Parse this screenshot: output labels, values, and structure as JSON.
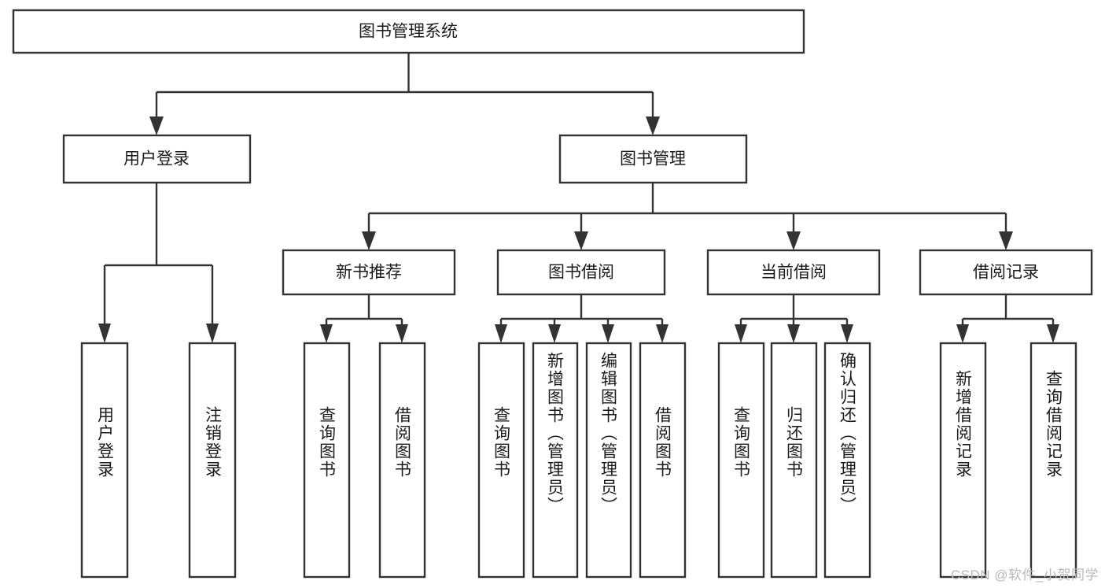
{
  "diagram": {
    "type": "tree",
    "title": "图书管理系统",
    "watermark": "CSDN @软件_小贺同学",
    "colors": {
      "stroke": "#333333",
      "fill": "#ffffff",
      "text": "#1a1a1a",
      "watermark": "#b9b9b9"
    },
    "nodes": {
      "root": {
        "label": "图书管理系统",
        "orientation": "horizontal"
      },
      "level2": [
        {
          "label": "用户登录",
          "orientation": "horizontal"
        },
        {
          "label": "图书管理",
          "orientation": "horizontal"
        }
      ],
      "level3": [
        {
          "label": "新书推荐",
          "orientation": "horizontal"
        },
        {
          "label": "图书借阅",
          "orientation": "horizontal"
        },
        {
          "label": "当前借阅",
          "orientation": "horizontal"
        },
        {
          "label": "借阅记录",
          "orientation": "horizontal"
        }
      ],
      "leaves": {
        "user_login": [
          {
            "label": "用户登录",
            "orientation": "vertical"
          },
          {
            "label": "注销登录",
            "orientation": "vertical"
          }
        ],
        "new_book_recommend": [
          {
            "label": "查询图书",
            "orientation": "vertical"
          },
          {
            "label": "借阅图书",
            "orientation": "vertical"
          }
        ],
        "book_borrow": [
          {
            "label": "查询图书",
            "orientation": "vertical"
          },
          {
            "label": "新增图书（管理员）",
            "orientation": "vertical"
          },
          {
            "label": "编辑图书（管理员）",
            "orientation": "vertical"
          },
          {
            "label": "借阅图书",
            "orientation": "vertical"
          }
        ],
        "current_borrow": [
          {
            "label": "查询图书",
            "orientation": "vertical"
          },
          {
            "label": "归还图书",
            "orientation": "vertical"
          },
          {
            "label": "确认归还（管理员）",
            "orientation": "vertical"
          }
        ],
        "borrow_record": [
          {
            "label": "新增借阅记录",
            "orientation": "vertical"
          },
          {
            "label": "查询借阅记录",
            "orientation": "vertical"
          }
        ]
      }
    }
  }
}
